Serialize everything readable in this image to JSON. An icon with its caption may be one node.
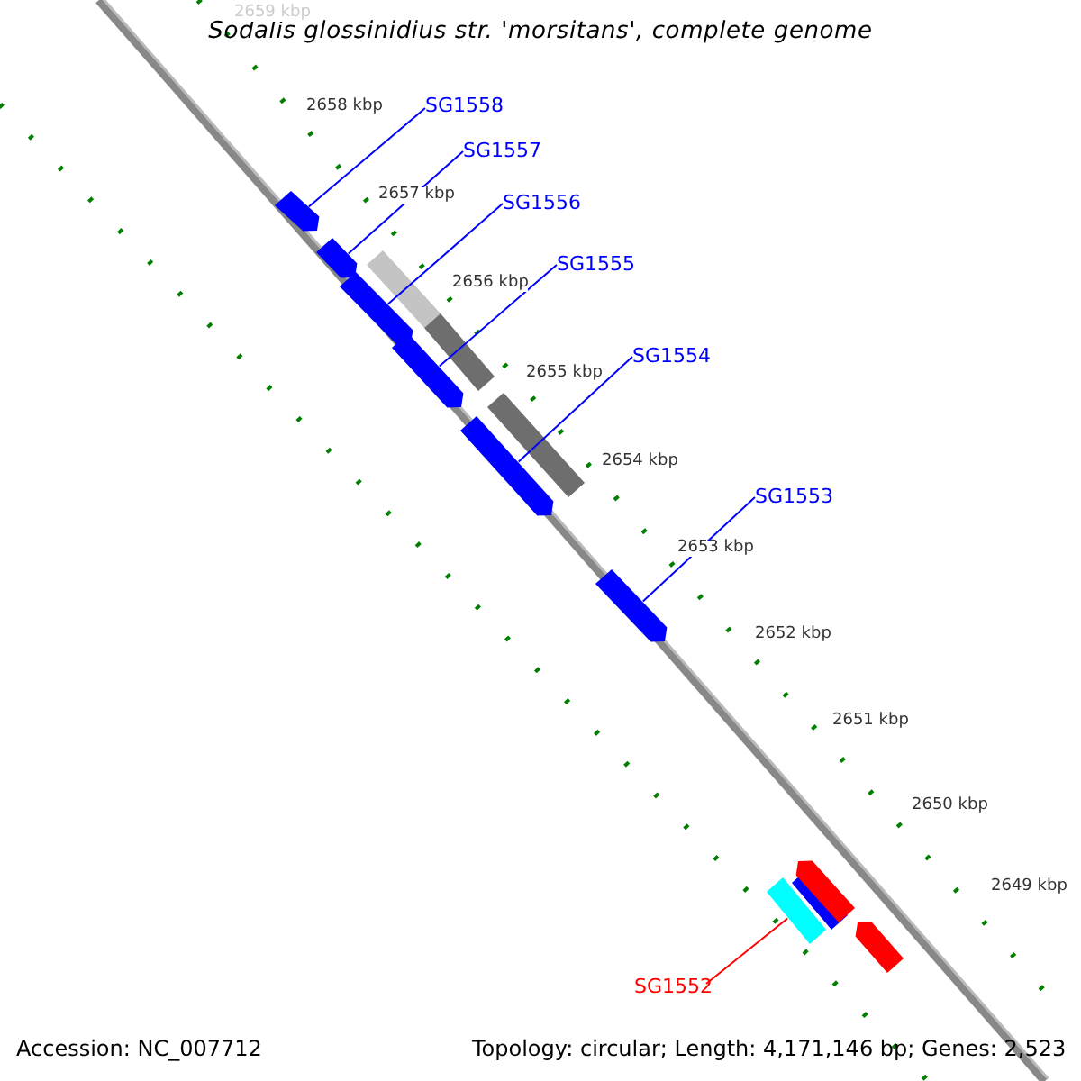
{
  "diagram": {
    "title": "Sodalis glossinidius str. 'morsitans', complete genome",
    "nodes": [
      {
        "text": [
          "SG1558"
        ]
      },
      {
        "text": [],
        "shape": "bar"
      },
      {
        "text": [
          "SG1557"
        ]
      },
      {
        "text": [],
        "shape": "bar"
      },
      {
        "text": [
          "SG1556"
        ]
      },
      {
        "text": [],
        "shape": "bar"
      },
      {
        "text": [
          "SG1555"
        ]
      },
      {
        "text": [],
        "shape": "bar"
      },
      {
        "text": [
          "SG1554"
        ]
      },
      {
        "text": [],
        "shape": "bar"
      },
      {
        "text": [
          "SG1553"
        ]
      },
      {
        "text": [],
        "shape": "bar"
      },
      {
        "text": [
          "SG1552"
        ]
      },
      {
        "text": [],
        "shape": "bar"
      }
    ],
    "edges": [
      {
        "from": 0,
        "to": 1,
        "arrow": "none"
      },
      {
        "from": 2,
        "to": 3,
        "arrow": "none"
      },
      {
        "from": 4,
        "to": 5,
        "arrow": "none"
      },
      {
        "from": 6,
        "to": 7,
        "arrow": "none"
      },
      {
        "from": 8,
        "to": 9,
        "arrow": "none"
      },
      {
        "from": 10,
        "to": 11,
        "arrow": "none"
      },
      {
        "from": 12,
        "to": 13,
        "arrow": "none",
        "color": "#ff0000"
      }
    ],
    "labels": [
      "2659 kbp",
      "2658 kbp",
      "2657 kbp",
      "2656 kbp",
      "2655 kbp",
      "2654 kbp",
      "2653 kbp",
      "2652 kbp",
      "2651 kbp",
      "2650 kbp",
      "2649 kbp",
      "Accession: NC_007712",
      "Topology: circular; Length: 4,171,146 bp; Genes: 2,523"
    ]
  }
}
